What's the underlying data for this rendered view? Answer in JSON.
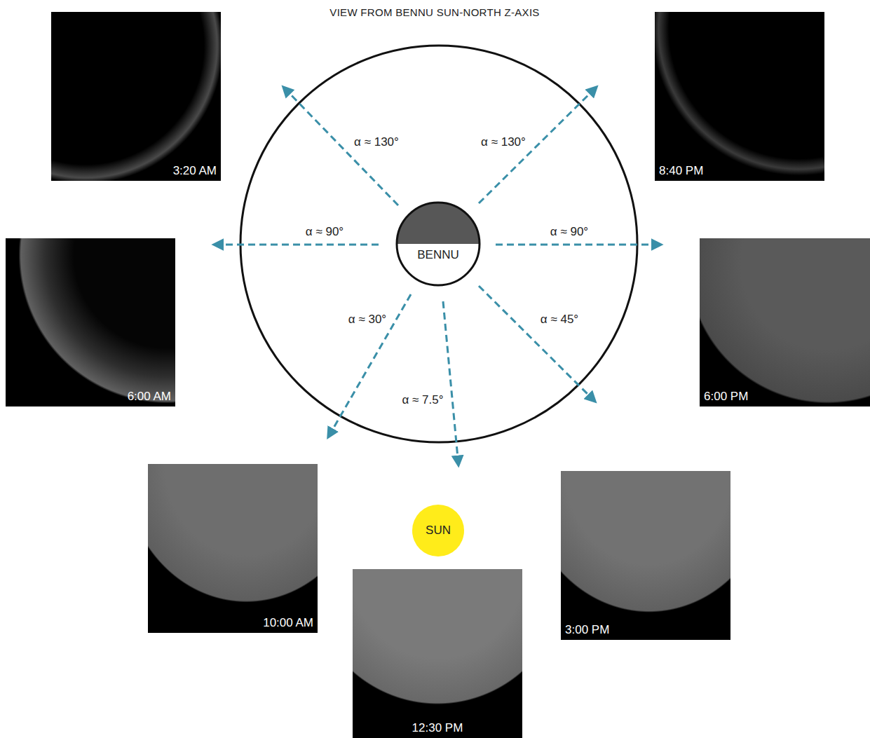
{
  "diagram": {
    "title": "VIEW FROM BENNU SUN-NORTH Z-AXIS",
    "nodes": [
      {
        "text": [
          "3:20 AM"
        ]
      },
      {
        "text": [
          "8:40 PM"
        ]
      },
      {
        "text": [
          "6:00 AM"
        ]
      },
      {
        "text": [
          "BENNU"
        ]
      },
      {
        "text": [
          "6:00 PM"
        ]
      },
      {
        "text": [
          "10:00 AM"
        ]
      },
      {
        "text": [
          "SUN"
        ]
      },
      {
        "text": [
          "3:00 PM"
        ]
      },
      {
        "text": [
          "12:30 PM"
        ]
      }
    ],
    "labels": [
      "α ≈ 130°",
      "α ≈ 130°",
      "α ≈ 90°",
      "α ≈ 90°",
      "α ≈ 30°",
      "α ≈ 45°",
      "α ≈ 7.5°"
    ]
  }
}
